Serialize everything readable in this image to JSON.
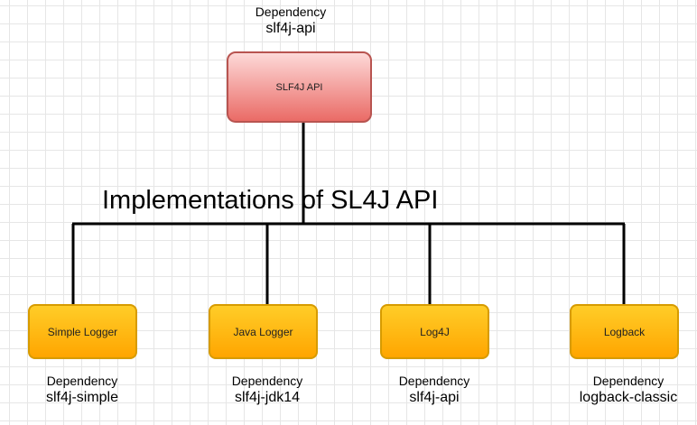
{
  "root": {
    "label": "SLF4J API",
    "dependency_label": "Dependency",
    "dependency_artifact": "slf4j-api"
  },
  "heading": "Implementations of SL4J API",
  "implementations": [
    {
      "label": "Simple Logger",
      "dependency_label": "Dependency",
      "dependency_artifact": "slf4j-simple"
    },
    {
      "label": "Java Logger",
      "dependency_label": "Dependency",
      "dependency_artifact": "slf4j-jdk14"
    },
    {
      "label": "Log4J",
      "dependency_label": "Dependency",
      "dependency_artifact": "slf4j-api"
    },
    {
      "label": "Logback",
      "dependency_label": "Dependency",
      "dependency_artifact": "logback-classic"
    }
  ],
  "colors": {
    "root_fill_top": "#fdd9d8",
    "root_fill_bottom": "#ea6b66",
    "root_stroke": "#b85450",
    "impl_fill_top": "#ffcd28",
    "impl_fill_bottom": "#ffa500",
    "impl_stroke": "#d79b00",
    "connector": "#000000"
  }
}
